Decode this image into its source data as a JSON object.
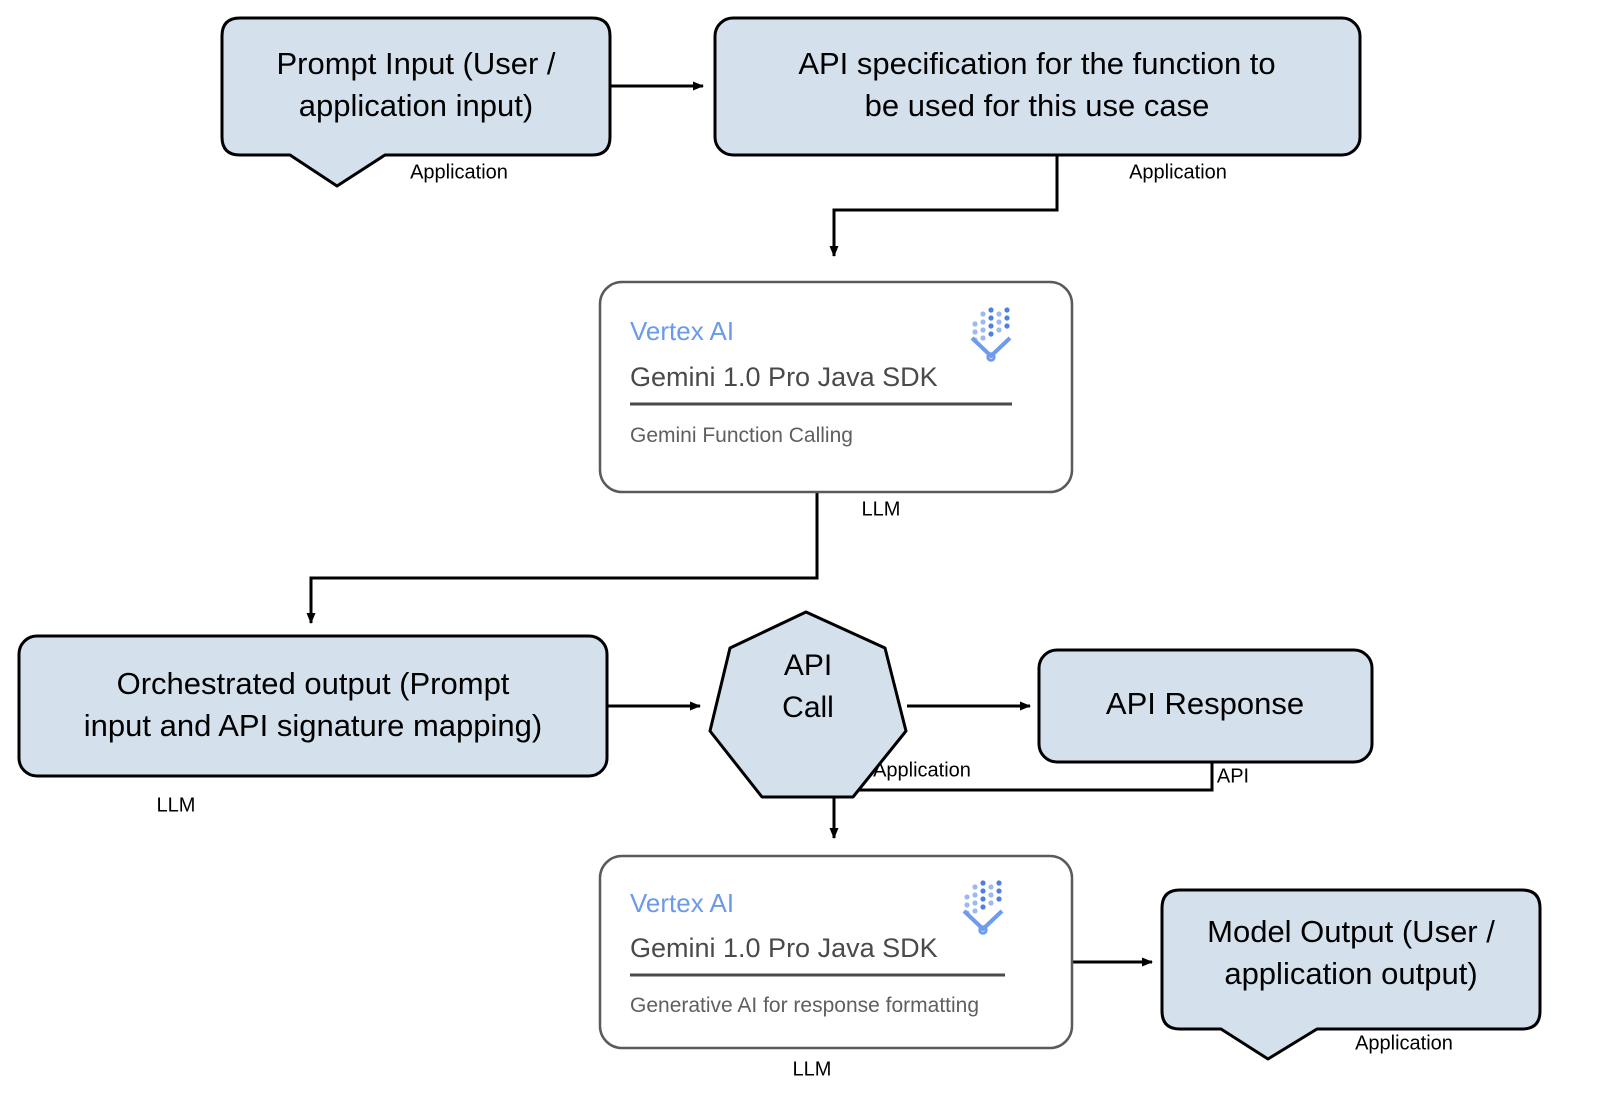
{
  "diagram": {
    "title": "Gemini Function Calling flow",
    "colors": {
      "box_fill": "#d4e1ec",
      "box_stroke": "#000000",
      "card_fill": "#ffffff",
      "card_stroke": "#5a5a5a",
      "vertex_blue": "#6b9ae8",
      "card_text": "#4a4a4a",
      "connector": "#000000"
    },
    "nodes": {
      "prompt_input": {
        "line1": "Prompt Input (User /",
        "line2": "application input)",
        "tag": "Application"
      },
      "api_spec": {
        "line1": "API specification for the function to",
        "line2": "be used for this use case",
        "tag": "Application"
      },
      "vertex_card_top": {
        "title": "Vertex AI",
        "subtitle": "Gemini 1.0 Pro Java SDK",
        "footer": "Gemini Function Calling",
        "logo": "vertex-ai-logo-icon",
        "tag": "LLM"
      },
      "orchestrated_output": {
        "line1": "Orchestrated output (Prompt",
        "line2": "input and API signature mapping)",
        "tag": "LLM"
      },
      "api_call": {
        "line1": "API",
        "line2": "Call",
        "tag": "Application"
      },
      "api_response": {
        "line1": "API Response",
        "tag": "API"
      },
      "vertex_card_bottom": {
        "title": "Vertex AI",
        "subtitle": "Gemini 1.0 Pro Java SDK",
        "footer": "Generative AI for response formatting",
        "logo": "vertex-ai-logo-icon",
        "tag": "LLM"
      },
      "model_output": {
        "line1": "Model Output (User /",
        "line2": "application output)",
        "tag": "Application"
      }
    }
  }
}
